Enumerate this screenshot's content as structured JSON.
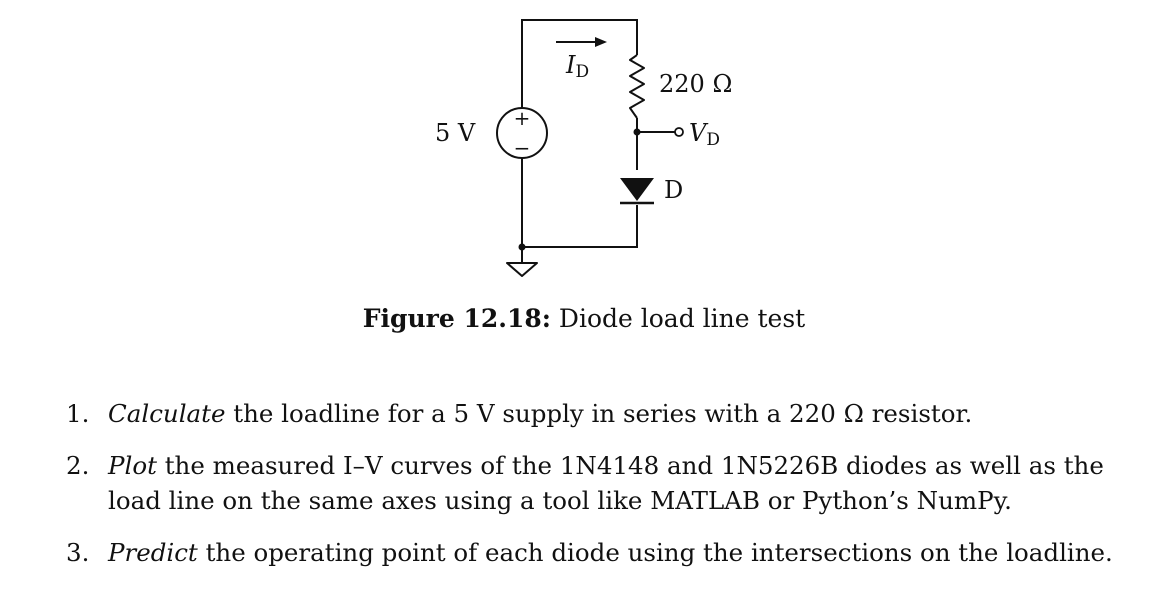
{
  "circuit": {
    "source_label": "5 V",
    "source_plus": "+",
    "source_minus": "−",
    "current_label": "I",
    "current_sub": "D",
    "resistor_label": "220 Ω",
    "node_label": "V",
    "node_sub": "D",
    "diode_label": "D"
  },
  "caption": {
    "label": "Figure 12.18:",
    "text": "Diode load line test"
  },
  "steps": [
    {
      "number": "1.",
      "verb": "Calculate",
      "rest": " the loadline for a 5 V supply in series with a 220 Ω resistor."
    },
    {
      "number": "2.",
      "verb": "Plot",
      "rest": " the measured I–V curves of the 1N4148 and 1N5226B diodes as well as the load line on the same axes using a tool like MATLAB or Python’s NumPy."
    },
    {
      "number": "3.",
      "verb": "Predict",
      "rest": " the operating point of each diode using the intersections on the loadline."
    }
  ]
}
